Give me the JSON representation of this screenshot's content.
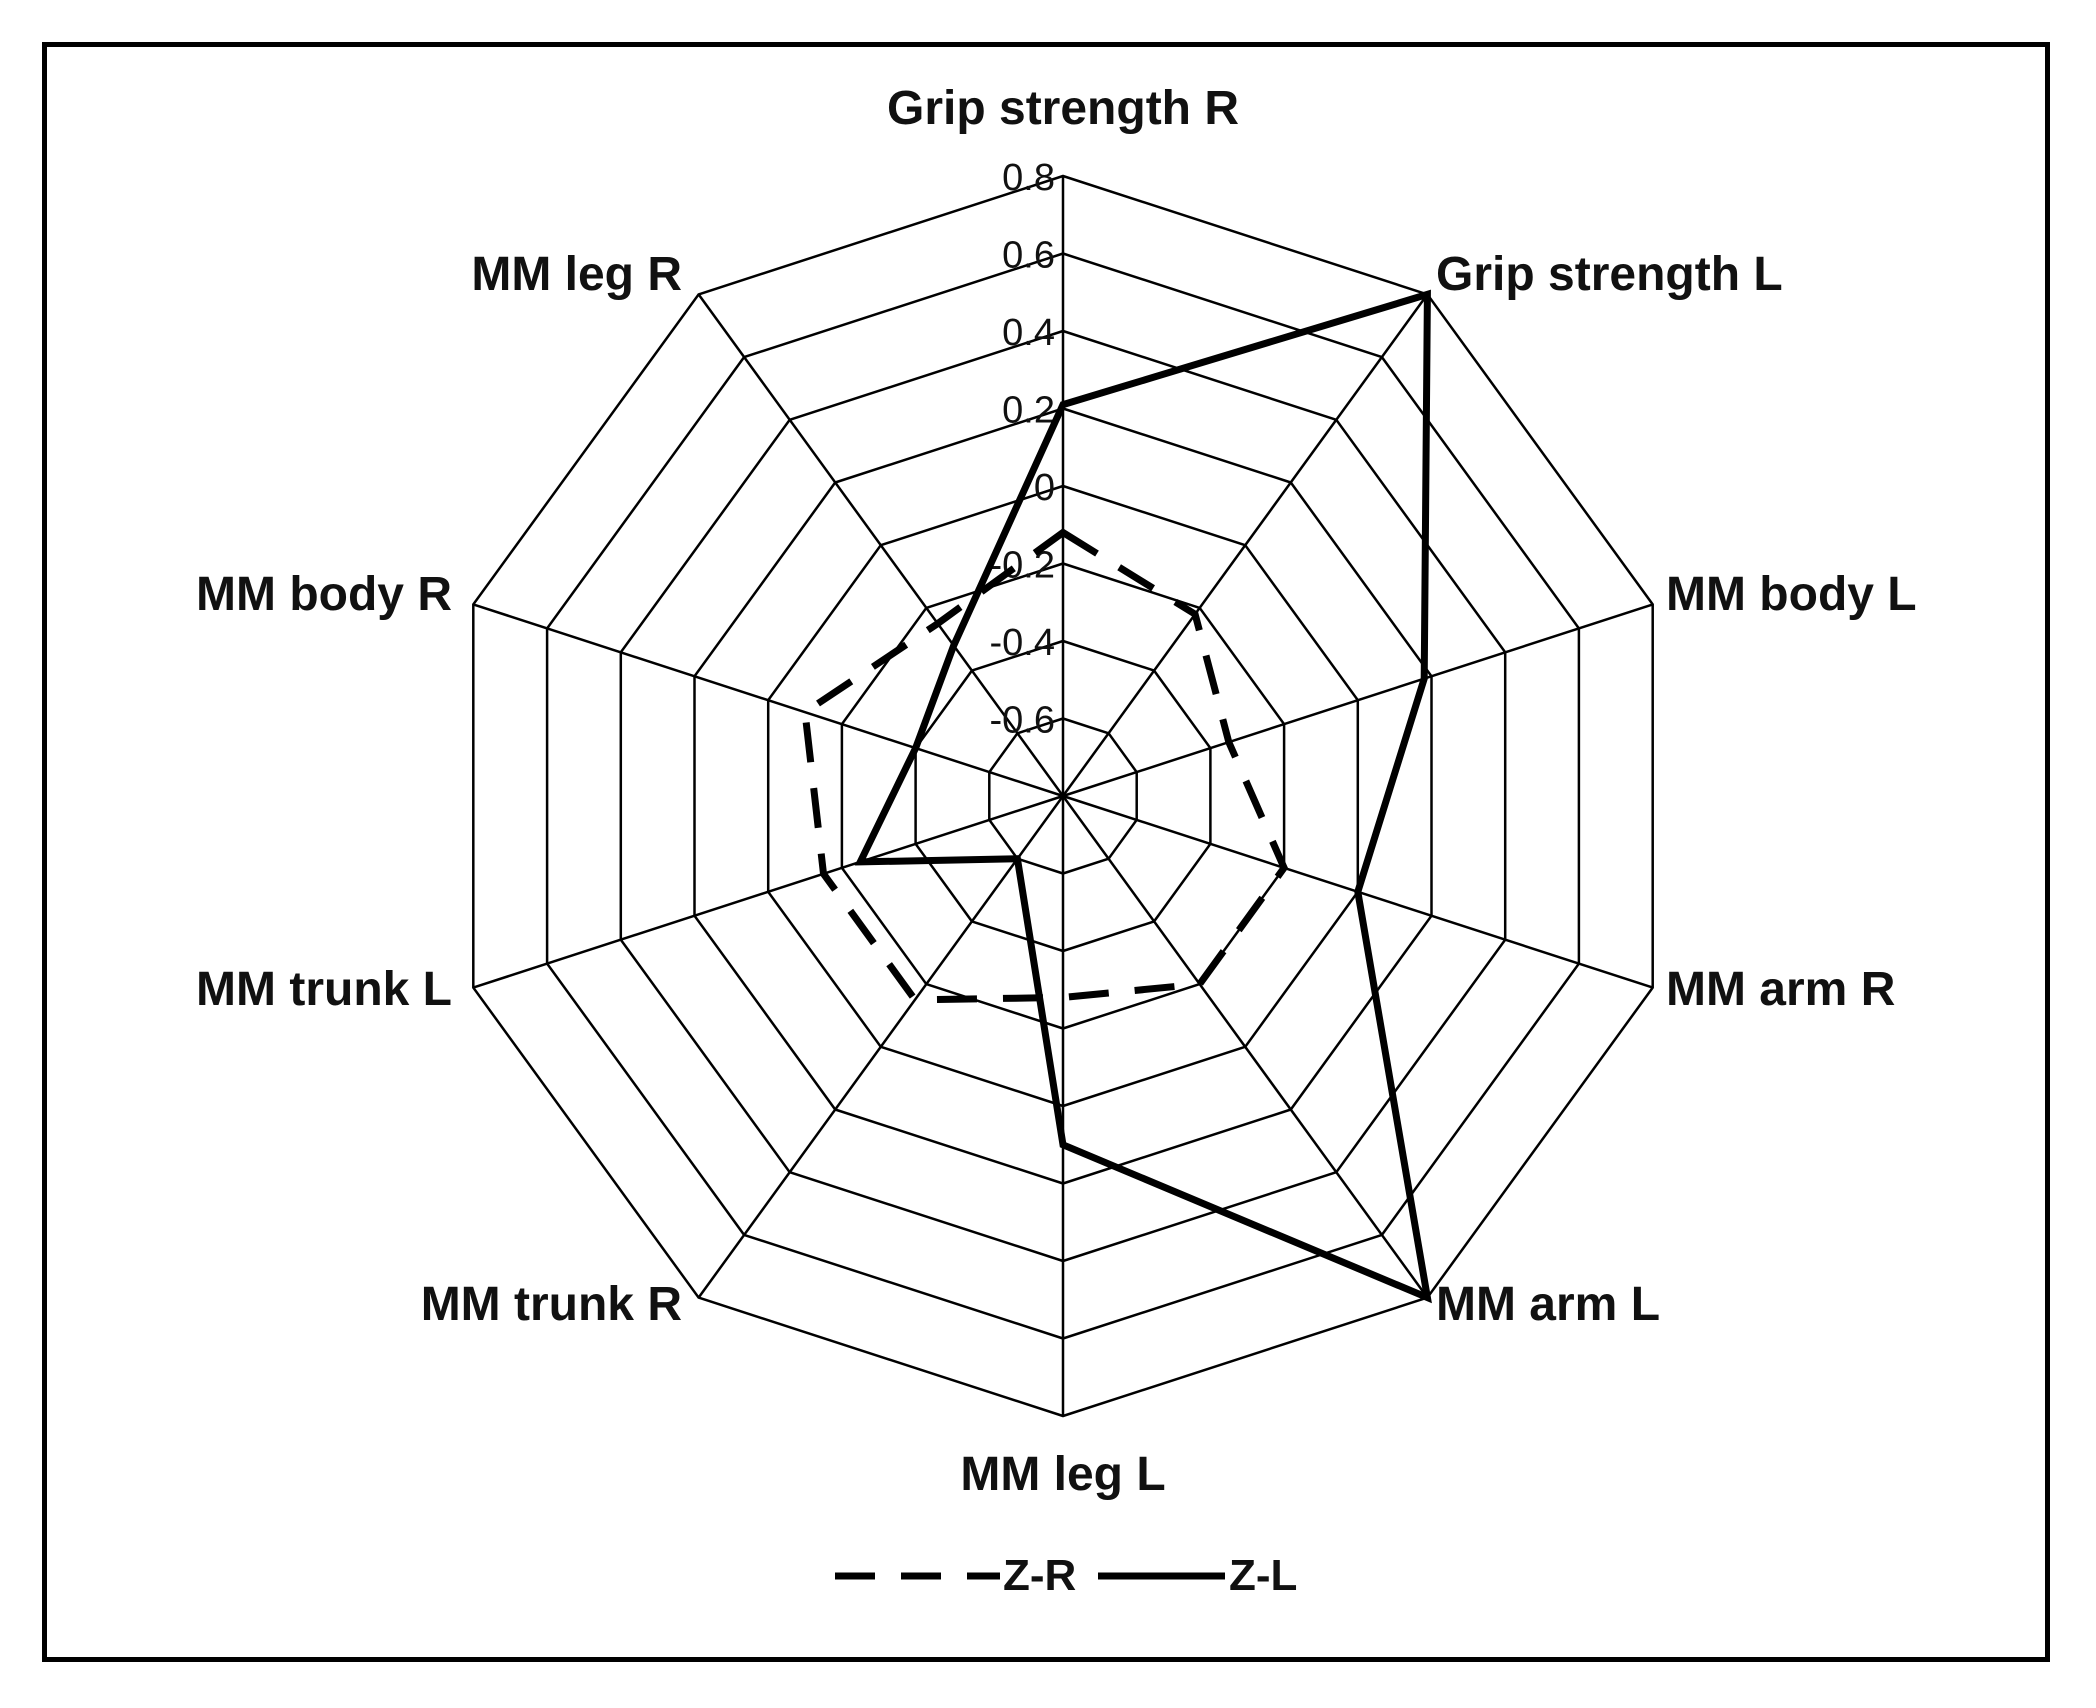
{
  "chart_data": {
    "type": "radar",
    "axes": [
      "Grip strength R",
      "Grip strength L",
      "MM body L",
      "MM arm R",
      "MM arm L",
      "MM leg L",
      "MM trunk R",
      "MM trunk L",
      "MM body R",
      "MM leg R"
    ],
    "r_ticks": [
      "0.8",
      "0.6",
      "0.4",
      "0.2",
      "0",
      "-0.2",
      "-0.4",
      "-0.6"
    ],
    "r_range": [
      -0.8,
      0.8
    ],
    "series": [
      {
        "name": "Z-R",
        "style": "dashed",
        "color": "#000000",
        "values": [
          -0.12,
          -0.22,
          -0.35,
          -0.2,
          -0.2,
          -0.28,
          -0.15,
          -0.15,
          -0.1,
          -0.25
        ]
      },
      {
        "name": "Z-L",
        "style": "solid",
        "color": "#000000",
        "values": [
          0.21,
          0.8,
          0.18,
          0.0,
          0.8,
          0.1,
          -0.6,
          -0.25,
          -0.4,
          -0.32
        ]
      }
    ],
    "legend": {
      "position": "bottom"
    },
    "grid": true
  }
}
